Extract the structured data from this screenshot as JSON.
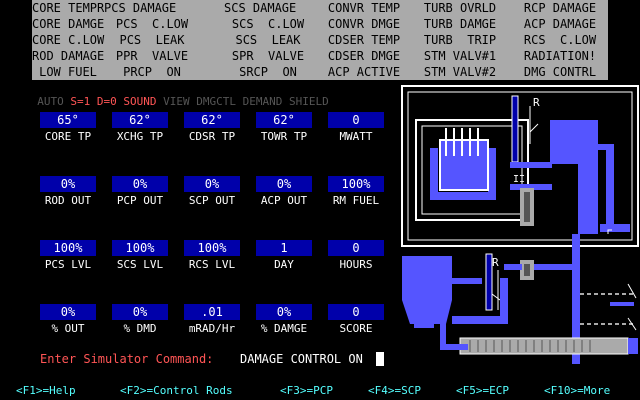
{
  "alarms": [
    [
      "CORE TEMPR",
      "PCS DAMAGE",
      "SCS DAMAGE",
      "CONVR TEMP",
      "TURB OVRLD",
      "RCP DAMAGE"
    ],
    [
      "CORE DAMGE",
      "PCS  C.LOW",
      "SCS  C.LOW",
      "CONVR DMGE",
      "TURB DAMGE",
      "ACP DAMAGE"
    ],
    [
      "CORE C.LOW",
      "PCS  LEAK",
      "SCS  LEAK",
      "CDSER TEMP",
      "TURB  TRIP",
      "RCS  C.LOW"
    ],
    [
      "ROD DAMAGE",
      "PPR  VALVE",
      "SPR  VALVE",
      "CDSER DMGE",
      "STM VALV#1",
      "RADIATION!"
    ],
    [
      "LOW FUEL",
      "PRCP  ON",
      "SRCP  ON",
      "ACP ACTIVE",
      "STM VALV#2",
      "DMG CONTRL"
    ]
  ],
  "status_menu": {
    "auto": "AUTO",
    "s": "S=1",
    "d": "D=0",
    "sound": "SOUND",
    "view": "VIEW",
    "dmgctl": "DMGCTL",
    "demand": "DEMAND",
    "shield": "SHIELD"
  },
  "gauges": [
    {
      "value": "65°",
      "label": "CORE TP"
    },
    {
      "value": "62°",
      "label": "XCHG TP"
    },
    {
      "value": "62°",
      "label": "CDSR TP"
    },
    {
      "value": "62°",
      "label": "TOWR TP"
    },
    {
      "value": "0",
      "label": "MWATT"
    },
    {
      "value": "0%",
      "label": "ROD OUT"
    },
    {
      "value": "0%",
      "label": "PCP OUT"
    },
    {
      "value": "0%",
      "label": "SCP OUT"
    },
    {
      "value": "0%",
      "label": "ACP OUT"
    },
    {
      "value": "100%",
      "label": "RM FUEL"
    },
    {
      "value": "100%",
      "label": "PCS LVL"
    },
    {
      "value": "100%",
      "label": "SCS LVL"
    },
    {
      "value": "100%",
      "label": "RCS LVL"
    },
    {
      "value": "1",
      "label": "DAY"
    },
    {
      "value": "0",
      "label": "HOURS"
    },
    {
      "value": "0%",
      "label": "% OUT"
    },
    {
      "value": "0%",
      "label": "% DMD"
    },
    {
      "value": ".01",
      "label": "mRAD/Hr"
    },
    {
      "value": "0%",
      "label": "% DAMGE"
    },
    {
      "value": "0",
      "label": "SCORE"
    }
  ],
  "command": {
    "prompt": "Enter Simulator Command:",
    "input": "DAMAGE CONTROL ON"
  },
  "function_keys": [
    {
      "label": "<F1>=Help"
    },
    {
      "label": "<F2>=Control Rods"
    },
    {
      "label": "<F3>=PCP"
    },
    {
      "label": "<F4>=SCP"
    },
    {
      "label": "<F5>=ECP"
    },
    {
      "label": "<F10>=More"
    }
  ],
  "schematic": {
    "rod_label": "R",
    "valve_label": "R",
    "colors": {
      "coolant": "#5555ff",
      "frame": "#ffffff",
      "pipe": "#aaaaaa",
      "rod": "#0000aa"
    }
  }
}
